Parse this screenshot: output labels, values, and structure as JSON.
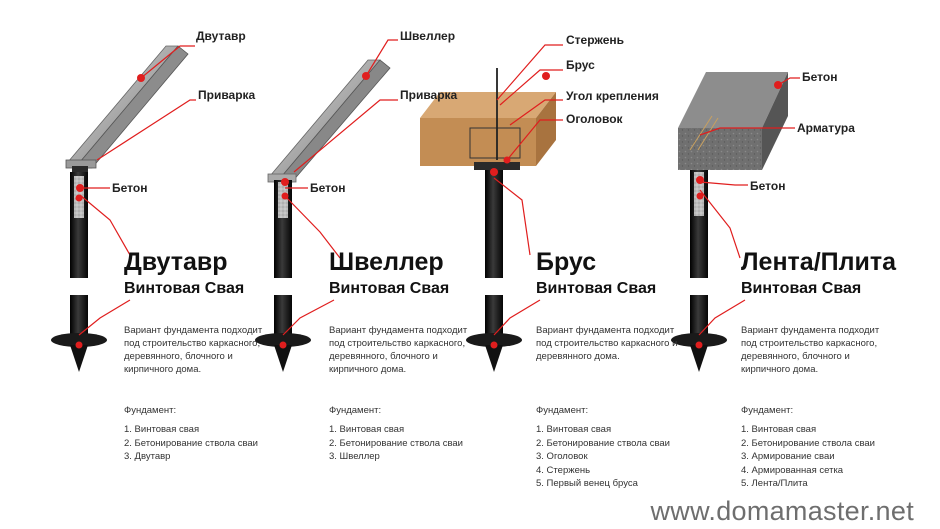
{
  "callouts": {
    "dvutavr": "Двутавр",
    "privarka1": "Приварка",
    "beton1": "Бетон",
    "shveller": "Швеллер",
    "privarka2": "Приварка",
    "beton2": "Бетон",
    "sterzhen": "Стержень",
    "brus": "Брус",
    "ugol": "Угол крепления",
    "ogolovok": "Оголовок",
    "beton3": "Бетон",
    "armatura": "Арматура",
    "beton4": "Бетон"
  },
  "columns": [
    {
      "title": "Двутавр",
      "subtitle": "Винтовая Свая",
      "description": "Вариант фундамента подходит под строительство каркасного, деревянного, блочного и кирпичного дома.",
      "foundation_heading": "Фундамент:",
      "steps": [
        "1. Винтовая свая",
        "2. Бетонирование ствола сваи",
        "3. Двутавр"
      ]
    },
    {
      "title": "Швеллер",
      "subtitle": "Винтовая Свая",
      "description": "Вариант фундамента подходит под строительство каркасного, деревянного, блочного и кирпичного дома.",
      "foundation_heading": "Фундамент:",
      "steps": [
        "1. Винтовая свая",
        "2. Бетонирование ствола сваи",
        "3. Швеллер"
      ]
    },
    {
      "title": "Брус",
      "subtitle": "Винтовая Свая",
      "description": "Вариант фундамента подходит под строительство каркасного и деревянного дома.",
      "foundation_heading": "Фундамент:",
      "steps": [
        "1. Винтовая свая",
        "2. Бетонирование ствола сваи",
        "3. Оголовок",
        "4. Стержень",
        "5. Первый венец бруса"
      ]
    },
    {
      "title": "Лента/Плита",
      "subtitle": "Винтовая Свая",
      "description": "Вариант фундамента подходит под строительство каркасного, деревянного, блочного и кирпичного дома.",
      "foundation_heading": "Фундамент:",
      "steps": [
        "1. Винтовая свая",
        "2. Бетонирование ствола сваи",
        "3. Армирование сваи",
        "4. Армированная сетка",
        "5. Лента/Плита"
      ]
    }
  ],
  "watermark": "www.domamaster.net",
  "colors": {
    "marker_red": "#e01e1e",
    "steel": "#9a9a9a",
    "pile_black": "#1b1b1b",
    "timber": "#c8955c",
    "concrete": "#6f6f6f"
  },
  "icons": [
    "i-beam-icon",
    "channel-beam-icon",
    "timber-beam-icon",
    "concrete-slab-icon",
    "screw-pile-icon",
    "screw-pile-tip-icon"
  ]
}
